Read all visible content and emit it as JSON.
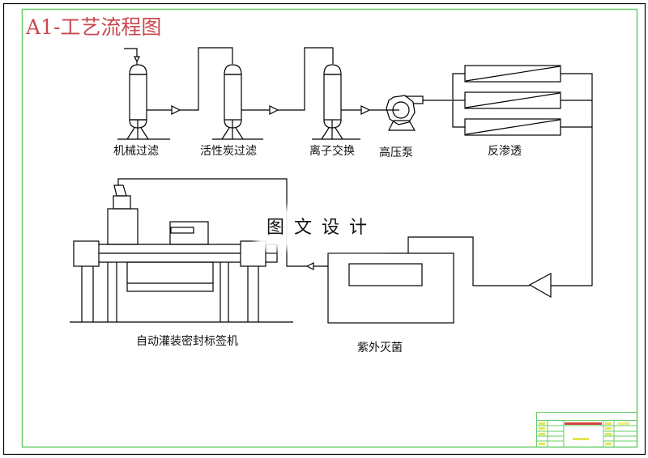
{
  "drawing": {
    "title": "A1-工艺流程图",
    "watermark": "图文设计",
    "frame_colors": {
      "outer": "#000000",
      "inner": "#66cc66",
      "title": "#c8484e",
      "line": "#000000"
    }
  },
  "process_steps": [
    {
      "id": "mechanical-filter",
      "label": "机械过滤"
    },
    {
      "id": "activated-carbon-filter",
      "label": "活性炭过滤"
    },
    {
      "id": "ion-exchange",
      "label": "离子交换"
    },
    {
      "id": "high-pressure-pump",
      "label": "高压泵"
    },
    {
      "id": "reverse-osmosis",
      "label": "反渗透"
    },
    {
      "id": "uv-sterilization",
      "label": "紫外灭菌"
    },
    {
      "id": "auto-fill-seal-label-machine",
      "label": "自动灌装密封标签机"
    }
  ],
  "title_block": {
    "colors": {
      "grid": "#66cc66",
      "name_text": "#cc2222",
      "field_text": "#e6e64d"
    }
  }
}
